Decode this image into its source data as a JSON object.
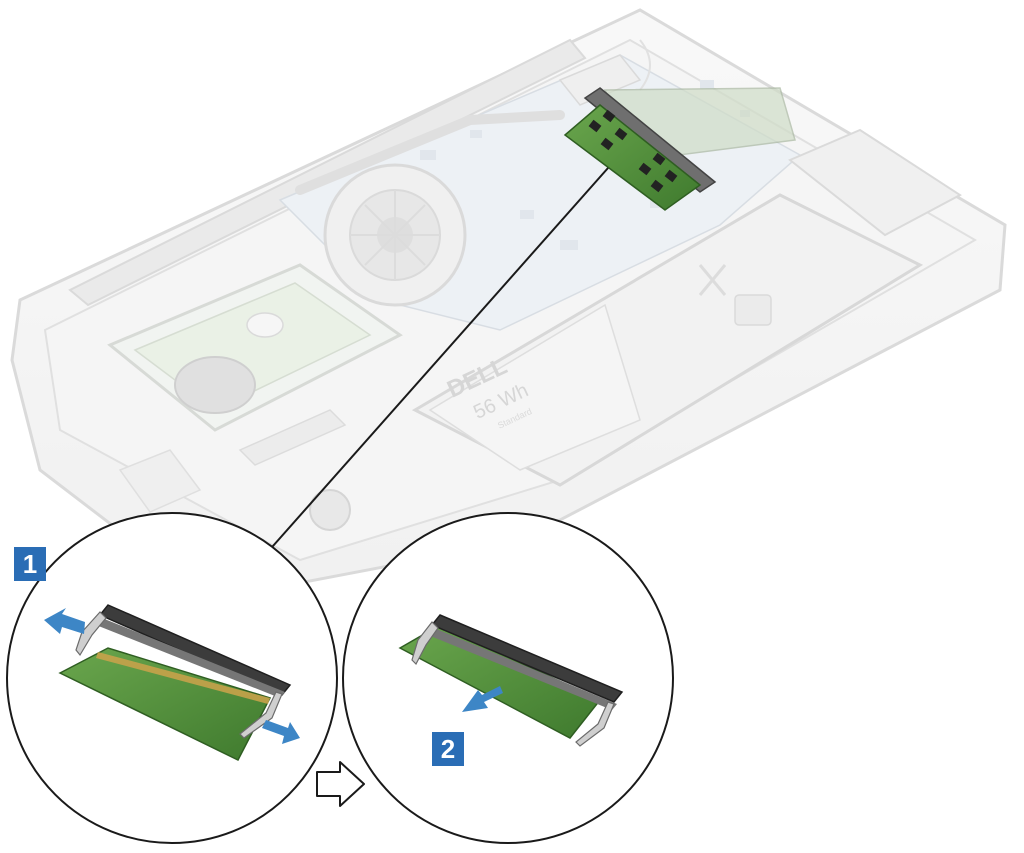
{
  "steps": [
    {
      "number": "1"
    },
    {
      "number": "2"
    }
  ],
  "battery": {
    "brand": "DELL",
    "capacity": "56 Wh",
    "type": "Standard"
  },
  "colors": {
    "step_badge": "#2a6db5",
    "arrow": "#3d86c6",
    "memory_module": "#4f8a3a",
    "chassis_outline": "#c9c9c9"
  },
  "icons": [
    "memory-module-icon",
    "slot-clip-icon",
    "next-step-arrow-icon"
  ]
}
